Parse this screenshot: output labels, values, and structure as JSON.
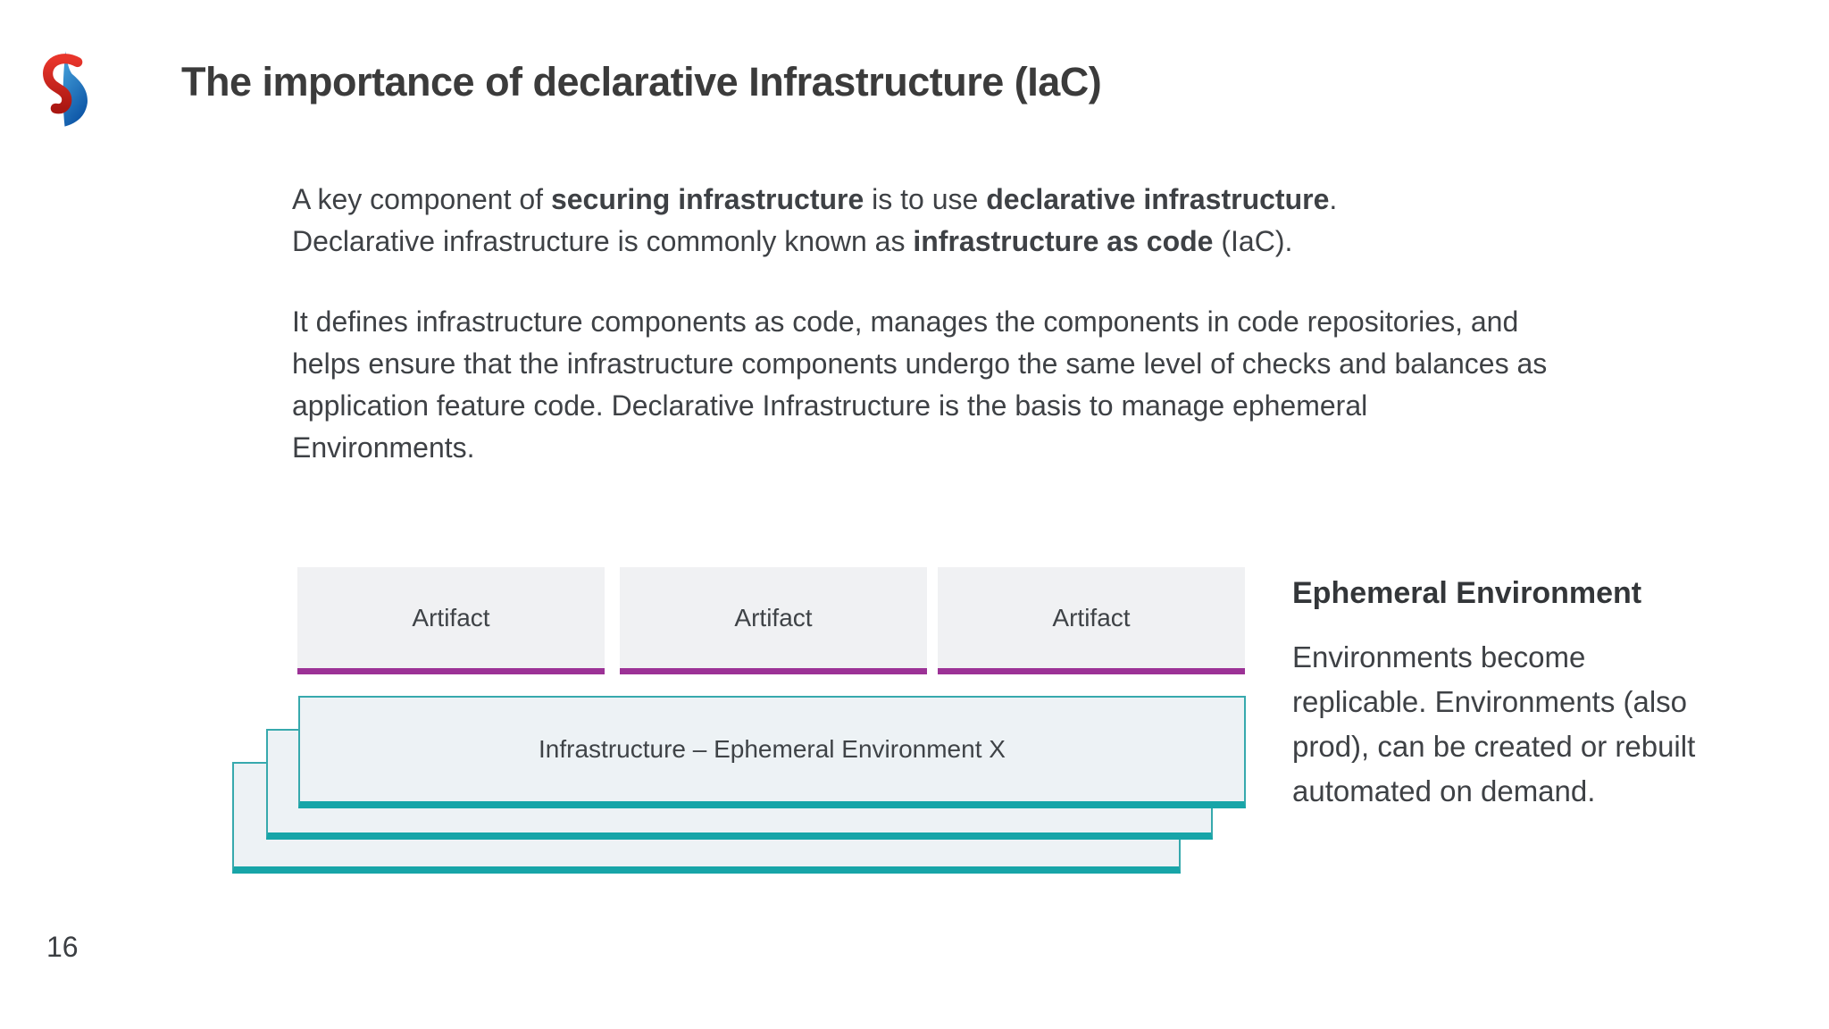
{
  "slide": {
    "title": "The importance of declarative Infrastructure (IaC)",
    "page_number": "16"
  },
  "logo": {
    "name": "swisscom-logo",
    "red": "#d4261f",
    "blue": "#1565b4"
  },
  "intro": {
    "paragraph1_lines": [
      [
        {
          "t": "A key component of "
        },
        {
          "t": "securing infrastructure",
          "b": true
        },
        {
          "t": " is to use "
        },
        {
          "t": "declarative infrastructure",
          "b": true
        },
        {
          "t": "."
        }
      ],
      [
        {
          "t": "Declarative infrastructure is commonly known as "
        },
        {
          "t": "infrastructure as code",
          "b": true
        },
        {
          "t": " (IaC)."
        }
      ]
    ],
    "paragraph2_lines": [
      "It defines infrastructure components as code, manages the components in code repositories, and",
      "helps ensure that the infrastructure components undergo the same level of checks and balances as",
      "application feature code. Declarative Infrastructure is the basis to manage ephemeral",
      "Environments."
    ]
  },
  "diagram": {
    "artifacts": [
      "Artifact",
      "Artifact",
      "Artifact"
    ],
    "infrastructure_label": "Infrastructure – Ephemeral Environment X",
    "colors": {
      "artifact_fill": "#f0f1f3",
      "artifact_underline": "#9c3296",
      "stack_fill": "#edf2f5",
      "stack_border": "#37a9ad",
      "stack_bottom_edge": "#17a5a8"
    }
  },
  "side_note": {
    "heading": "Ephemeral Environment",
    "body_lines": [
      "Environments become",
      "replicable. Environments (also",
      "prod), can be created or rebuilt",
      "automated on demand."
    ]
  }
}
